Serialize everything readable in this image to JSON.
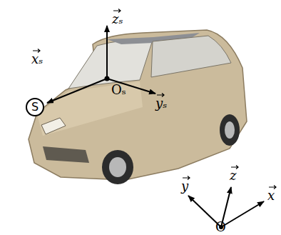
{
  "diagram": {
    "nodes": [
      {
        "text": [
          "S"
        ]
      }
    ],
    "labels": [
      "zₛ",
      "xₛ",
      "Oₛ",
      "yₛ",
      "y",
      "z",
      "x",
      "O"
    ]
  }
}
